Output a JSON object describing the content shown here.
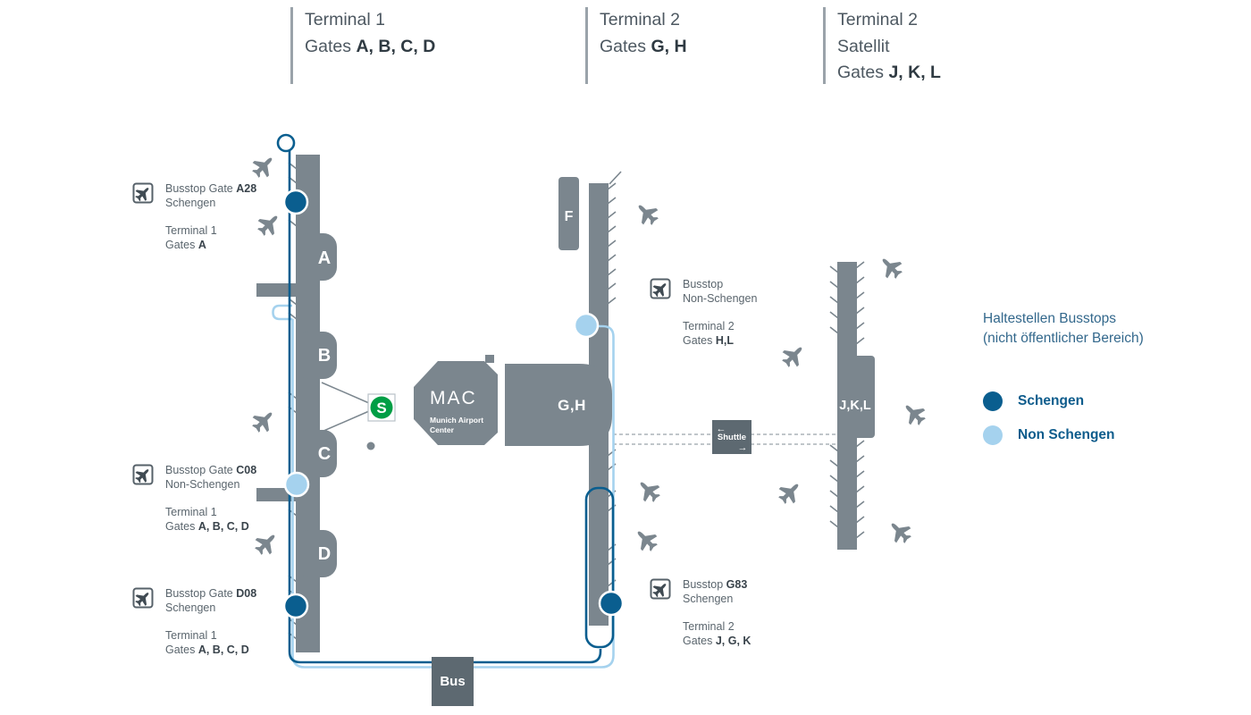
{
  "headers": [
    {
      "title": "Terminal 1",
      "line2_prefix": "Gates ",
      "line2_bold": "A, B, C, D"
    },
    {
      "title": "Terminal 2",
      "line2_prefix": "Gates ",
      "line2_bold": "G, H"
    },
    {
      "title": "Terminal 2",
      "subtitle": "Satellit",
      "line2_prefix": "Gates ",
      "line2_bold": "J, K, L"
    }
  ],
  "busstops": [
    {
      "name_prefix": "Busstop Gate ",
      "name_bold": "A28",
      "type": "Schengen",
      "terminal": "Terminal 1",
      "gates_prefix": "Gates ",
      "gates": "A"
    },
    {
      "name_prefix": "Busstop Gate ",
      "name_bold": "C08",
      "type": "Non-Schengen",
      "terminal": "Terminal 1",
      "gates_prefix": "Gates ",
      "gates": "A, B, C, D"
    },
    {
      "name_prefix": "Busstop Gate ",
      "name_bold": "D08",
      "type": "Schengen",
      "terminal": "Terminal 1",
      "gates_prefix": "Gates ",
      "gates": "A, B, C, D"
    },
    {
      "name_prefix": "Busstop",
      "name_bold": "",
      "type": "Non-Schengen",
      "terminal": "Terminal 2",
      "gates_prefix": "Gates ",
      "gates": "H,L"
    },
    {
      "name_prefix": "Busstop ",
      "name_bold": "G83",
      "type": "Schengen",
      "terminal": "Terminal 2",
      "gates_prefix": "Gates ",
      "gates": "J, G, K"
    }
  ],
  "map": {
    "t1_gate_letters": [
      "A",
      "B",
      "C",
      "D"
    ],
    "mac_title": "MAC",
    "mac_subtitle_line1": "Munich Airport",
    "mac_subtitle_line2": "Center",
    "sbahn_letter": "S",
    "t2_label": "G,H",
    "f_label": "F",
    "satellite_label": "J,K,L",
    "shuttle_label": "Shuttle",
    "shuttle_arrow_left": "←",
    "shuttle_arrow_right": "→",
    "bus_label": "Bus"
  },
  "legend": {
    "title_line1": "Haltestellen Busstops",
    "title_line2": "(nicht öffentlicher Bereich)",
    "items": [
      {
        "label": "Schengen",
        "color": "#0a5e8f"
      },
      {
        "label": "Non Schengen",
        "color": "#a5d2ee"
      }
    ]
  },
  "colors": {
    "building_gray": "#7b868e",
    "dark_box_gray": "#5d6971",
    "schengen_blue": "#0a5e8f",
    "non_schengen_blue": "#a5d2ee",
    "sbahn_green": "#009e45"
  }
}
